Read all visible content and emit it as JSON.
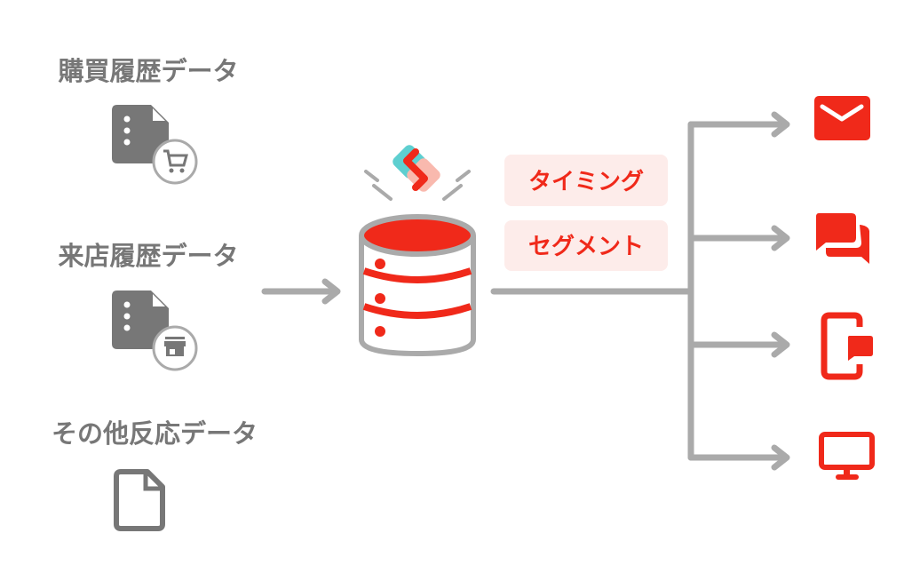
{
  "sources": [
    {
      "label": "購買履歴データ",
      "icon": "document-cart-icon"
    },
    {
      "label": "来店履歴データ",
      "icon": "document-store-icon"
    },
    {
      "label": "その他反応データ",
      "icon": "document-icon"
    }
  ],
  "hub": {
    "icon": "database-icon",
    "logo": "s-logo-icon"
  },
  "tags": [
    "タイミング",
    "セグメント"
  ],
  "channels": [
    {
      "icon": "mail-icon"
    },
    {
      "icon": "chat-icon"
    },
    {
      "icon": "mobile-message-icon"
    },
    {
      "icon": "monitor-icon"
    }
  ],
  "colors": {
    "accent": "#f0291a",
    "gray": "#777777",
    "line": "#aaaaaa",
    "pill_bg": "#fdecea",
    "teal": "#5ecfd0",
    "pink": "#f9b9ae"
  }
}
